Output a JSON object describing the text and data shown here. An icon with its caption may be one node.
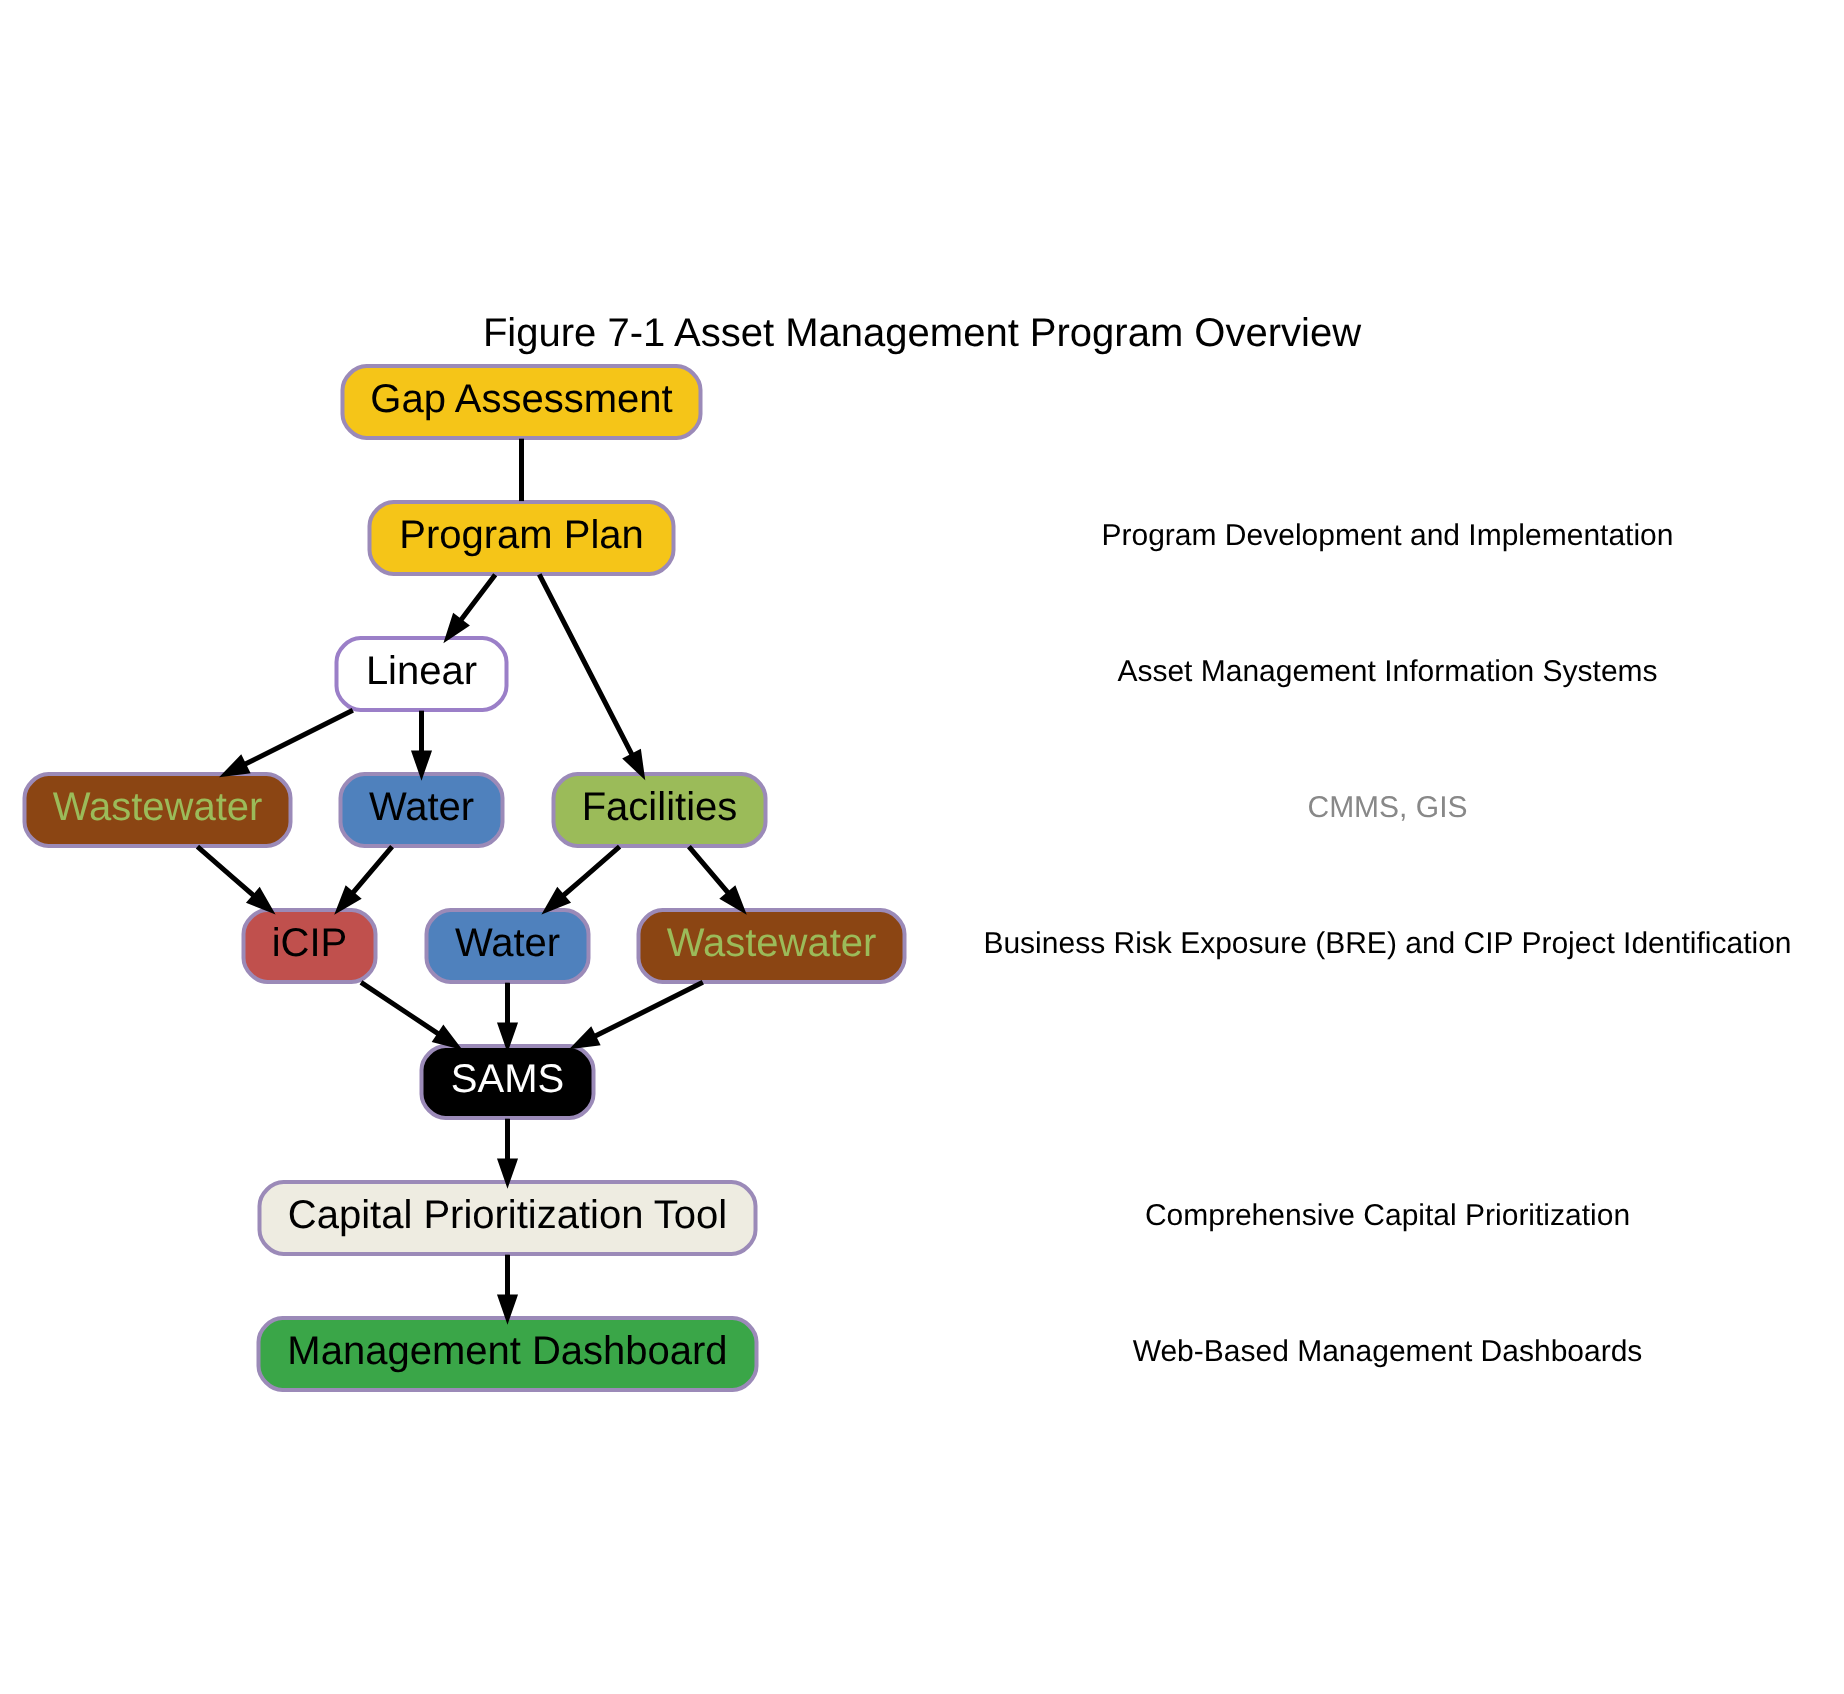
{
  "diagram": {
    "title": "Figure 7-1 Asset Management Program Overview",
    "nodes": [
      {
        "text": [
          "Gap Assessment"
        ]
      },
      {
        "text": [
          "Program Plan"
        ]
      },
      {
        "text": [
          "Linear"
        ]
      },
      {
        "text": [
          "Facilities"
        ]
      },
      {
        "text": [
          "Wastewater"
        ]
      },
      {
        "text": [
          "Water"
        ]
      },
      {
        "text": [
          "Water"
        ]
      },
      {
        "text": [
          "Wastewater"
        ]
      },
      {
        "text": [
          "iCIP"
        ]
      },
      {
        "text": [
          "SAMS"
        ]
      },
      {
        "text": [
          "Capital Prioritization Tool"
        ]
      },
      {
        "text": [
          "Management Dashboard"
        ]
      }
    ],
    "edges": [
      {
        "from": 0,
        "to": 1,
        "arrow": "none"
      },
      {
        "from": 1,
        "to": 2,
        "arrow": "to"
      },
      {
        "from": 1,
        "to": 3,
        "arrow": "to"
      },
      {
        "from": 2,
        "to": 4,
        "arrow": "to"
      },
      {
        "from": 2,
        "to": 5,
        "arrow": "to"
      },
      {
        "from": 3,
        "to": 6,
        "arrow": "to"
      },
      {
        "from": 3,
        "to": 7,
        "arrow": "to"
      },
      {
        "from": 4,
        "to": 8,
        "arrow": "to"
      },
      {
        "from": 5,
        "to": 8,
        "arrow": "to"
      },
      {
        "from": 8,
        "to": 9,
        "arrow": "to"
      },
      {
        "from": 6,
        "to": 9,
        "arrow": "to"
      },
      {
        "from": 7,
        "to": 9,
        "arrow": "to"
      },
      {
        "from": 9,
        "to": 10,
        "arrow": "to"
      },
      {
        "from": 10,
        "to": 11,
        "arrow": "to"
      }
    ],
    "labels": [
      "Program Development and Implementation",
      "Asset Management Information Systems",
      "CMMS, GIS",
      "Business Risk Exposure (BRE) and CIP Project Identification",
      "Comprehensive Capital Prioritization",
      "Web-Based Management Dashboards"
    ]
  }
}
